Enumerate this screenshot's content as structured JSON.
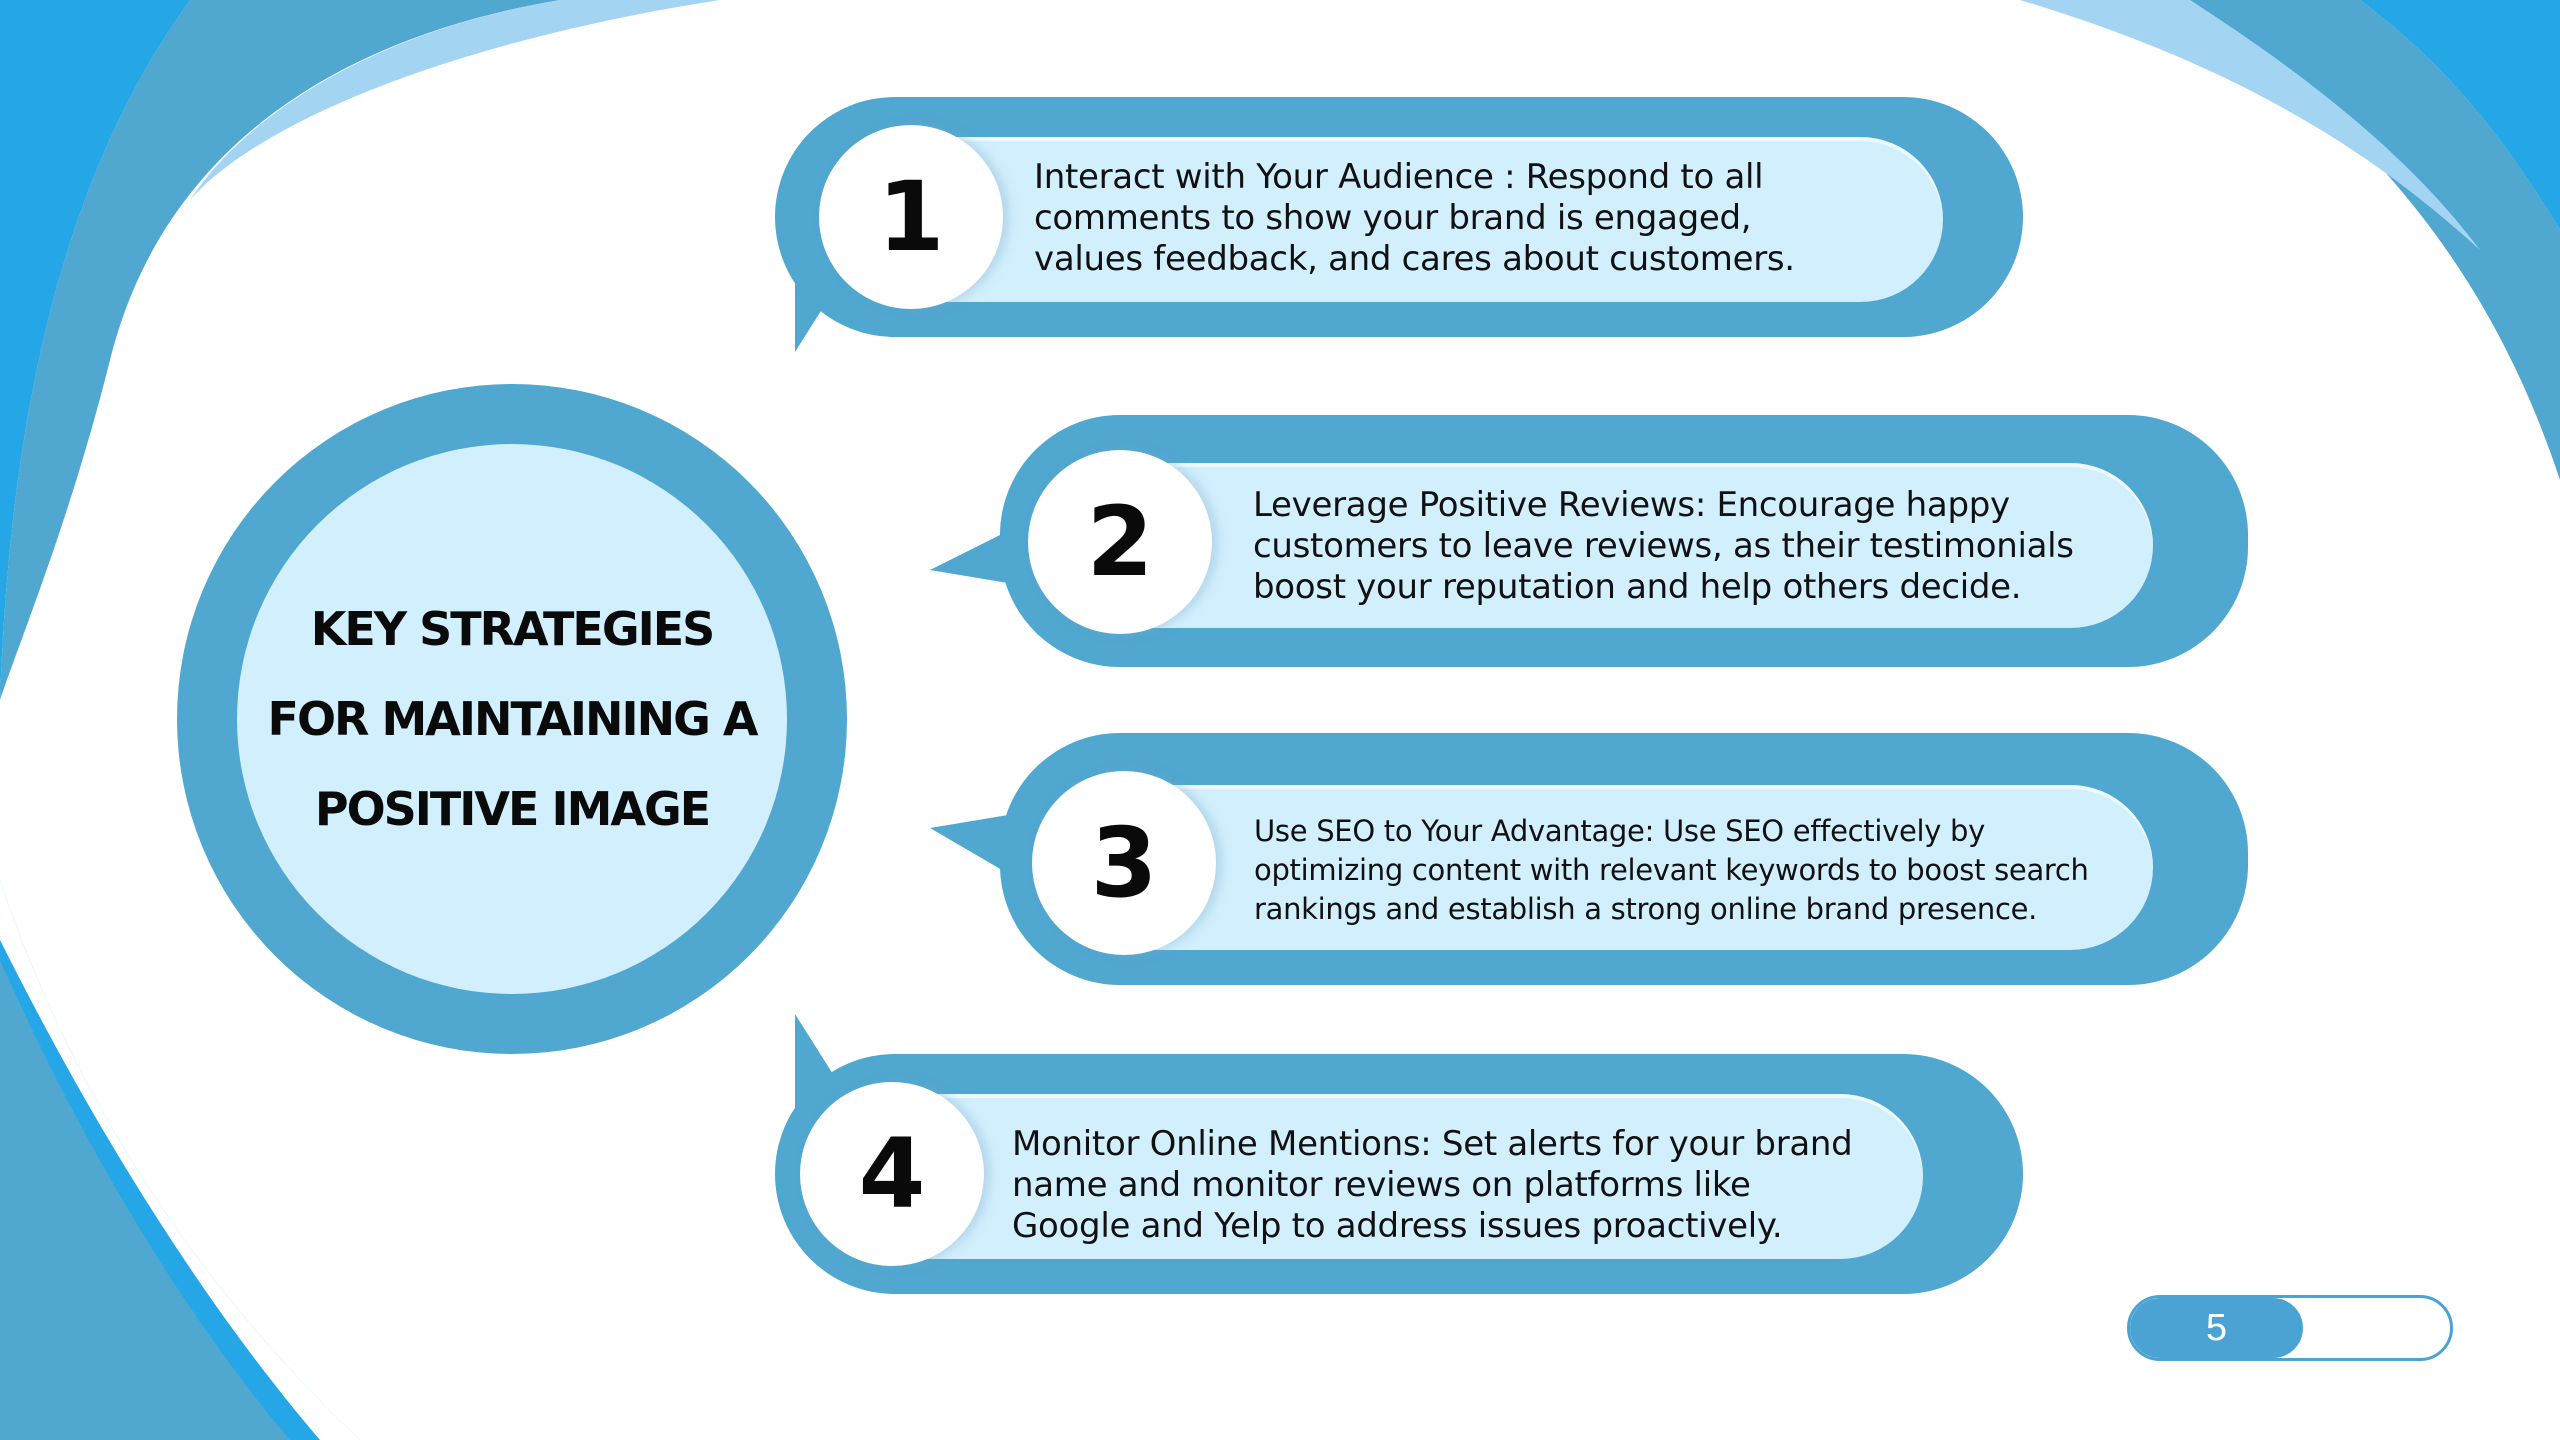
{
  "slide": {
    "title": "KEY STRATEGIES FOR MAINTAINING A POSITIVE IMAGE",
    "title_lines": [
      "KEY STRATEGIES",
      "FOR MAINTAINING A",
      "POSITIVE IMAGE"
    ],
    "page_number": "5",
    "colors": {
      "accent_blue": "#50a7d0",
      "bright_blue": "#25a6e6",
      "light_blue": "#d2effd",
      "pale_blue": "#a3d4f2",
      "text": "#111111"
    }
  },
  "strategies": [
    {
      "number": "1",
      "lines": [
        "Interact with Your Audience : Respond to all",
        "comments to show your brand is engaged,",
        "values feedback, and cares about customers."
      ]
    },
    {
      "number": "2",
      "lines": [
        "Leverage Positive Reviews: Encourage happy",
        "customers to leave reviews, as their testimonials",
        "boost your reputation and help others decide."
      ]
    },
    {
      "number": "3",
      "lines": [
        "Use SEO to Your Advantage: Use SEO effectively by",
        "optimizing content with relevant keywords to boost search",
        "rankings and establish a strong online brand presence."
      ]
    },
    {
      "number": "4",
      "lines": [
        "Monitor Online Mentions: Set alerts for your brand",
        "name and monitor reviews on platforms like",
        "Google and Yelp to address issues proactively."
      ]
    }
  ],
  "page_indicator": {
    "progress": 0.54
  }
}
